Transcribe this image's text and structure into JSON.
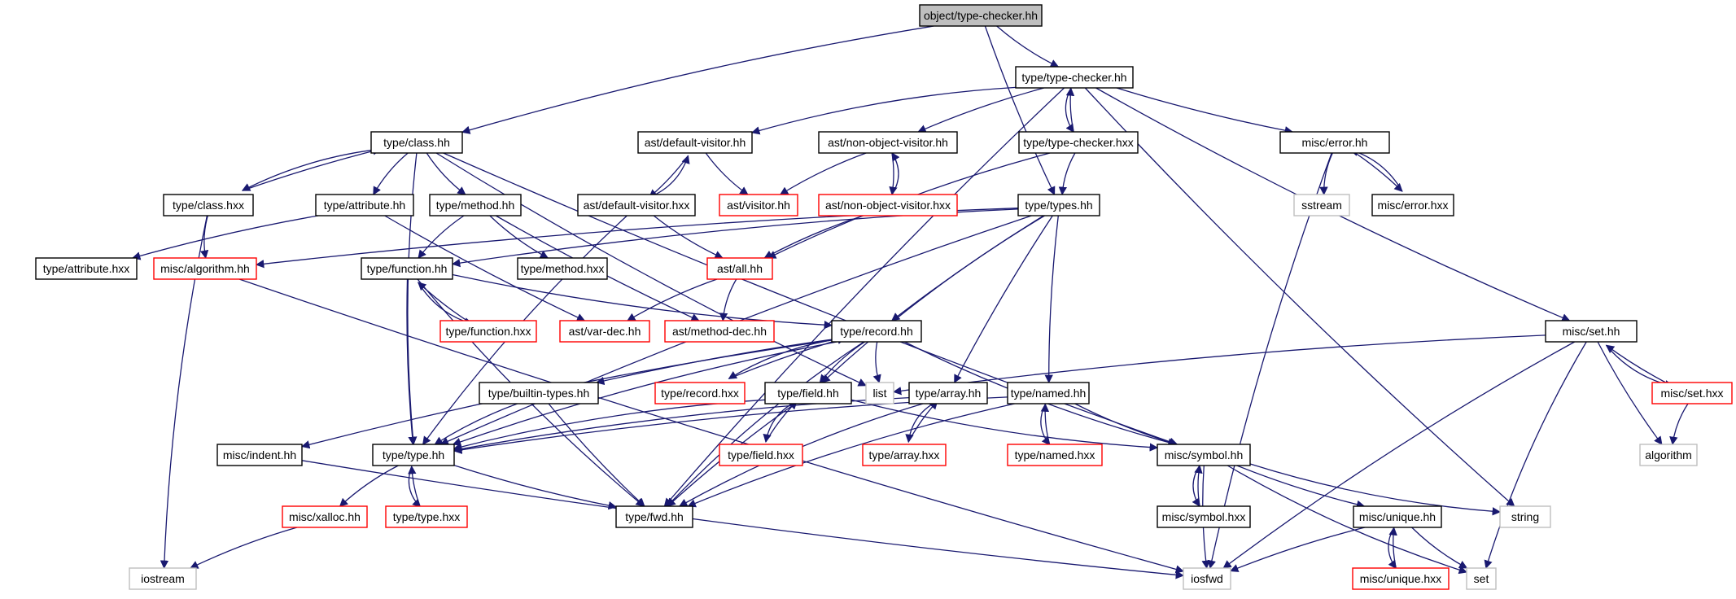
{
  "graph": {
    "nodes": [
      {
        "id": "n0",
        "label": "object/type-checker.hh",
        "style": "root"
      },
      {
        "id": "n1",
        "label": "type/type-checker.hh",
        "style": "normal"
      },
      {
        "id": "n2",
        "label": "type/class.hh",
        "style": "normal"
      },
      {
        "id": "n3",
        "label": "ast/default-visitor.hh",
        "style": "normal"
      },
      {
        "id": "n4",
        "label": "ast/non-object-visitor.hh",
        "style": "normal"
      },
      {
        "id": "n5",
        "label": "type/type-checker.hxx",
        "style": "normal"
      },
      {
        "id": "n6",
        "label": "misc/error.hh",
        "style": "normal"
      },
      {
        "id": "n7",
        "label": "type/class.hxx",
        "style": "normal"
      },
      {
        "id": "n8",
        "label": "type/attribute.hh",
        "style": "normal"
      },
      {
        "id": "n9",
        "label": "type/method.hh",
        "style": "normal"
      },
      {
        "id": "n10",
        "label": "ast/default-visitor.hxx",
        "style": "normal"
      },
      {
        "id": "n11",
        "label": "ast/visitor.hh",
        "style": "red"
      },
      {
        "id": "n12",
        "label": "ast/non-object-visitor.hxx",
        "style": "red"
      },
      {
        "id": "n13",
        "label": "type/types.hh",
        "style": "normal"
      },
      {
        "id": "n14",
        "label": "sstream",
        "style": "gray"
      },
      {
        "id": "n15",
        "label": "misc/error.hxx",
        "style": "normal"
      },
      {
        "id": "n16",
        "label": "type/attribute.hxx",
        "style": "normal"
      },
      {
        "id": "n17",
        "label": "misc/algorithm.hh",
        "style": "red"
      },
      {
        "id": "n18",
        "label": "type/function.hh",
        "style": "normal"
      },
      {
        "id": "n19",
        "label": "type/method.hxx",
        "style": "normal"
      },
      {
        "id": "n20",
        "label": "ast/all.hh",
        "style": "red"
      },
      {
        "id": "n21",
        "label": "type/function.hxx",
        "style": "red"
      },
      {
        "id": "n22",
        "label": "ast/var-dec.hh",
        "style": "red"
      },
      {
        "id": "n23",
        "label": "ast/method-dec.hh",
        "style": "red"
      },
      {
        "id": "n24",
        "label": "type/record.hh",
        "style": "normal"
      },
      {
        "id": "n25",
        "label": "misc/set.hh",
        "style": "normal"
      },
      {
        "id": "n26",
        "label": "type/builtin-types.hh",
        "style": "normal"
      },
      {
        "id": "n27",
        "label": "type/record.hxx",
        "style": "red"
      },
      {
        "id": "n28",
        "label": "type/field.hh",
        "style": "normal"
      },
      {
        "id": "n29",
        "label": "list",
        "style": "gray"
      },
      {
        "id": "n30",
        "label": "type/array.hh",
        "style": "normal"
      },
      {
        "id": "n31",
        "label": "type/named.hh",
        "style": "normal"
      },
      {
        "id": "n32",
        "label": "misc/set.hxx",
        "style": "red"
      },
      {
        "id": "n33",
        "label": "misc/indent.hh",
        "style": "normal"
      },
      {
        "id": "n34",
        "label": "type/type.hh",
        "style": "normal"
      },
      {
        "id": "n35",
        "label": "type/field.hxx",
        "style": "red"
      },
      {
        "id": "n36",
        "label": "type/array.hxx",
        "style": "red"
      },
      {
        "id": "n37",
        "label": "type/named.hxx",
        "style": "red"
      },
      {
        "id": "n38",
        "label": "misc/symbol.hh",
        "style": "normal"
      },
      {
        "id": "n39",
        "label": "algorithm",
        "style": "gray"
      },
      {
        "id": "n40",
        "label": "misc/xalloc.hh",
        "style": "red"
      },
      {
        "id": "n41",
        "label": "type/type.hxx",
        "style": "red"
      },
      {
        "id": "n42",
        "label": "type/fwd.hh",
        "style": "normal"
      },
      {
        "id": "n43",
        "label": "misc/symbol.hxx",
        "style": "normal"
      },
      {
        "id": "n44",
        "label": "misc/unique.hh",
        "style": "normal"
      },
      {
        "id": "n45",
        "label": "string",
        "style": "gray"
      },
      {
        "id": "n46",
        "label": "iostream",
        "style": "gray"
      },
      {
        "id": "n47",
        "label": "iosfwd",
        "style": "gray"
      },
      {
        "id": "n48",
        "label": "misc/unique.hxx",
        "style": "red"
      },
      {
        "id": "n49",
        "label": "set",
        "style": "gray"
      }
    ],
    "edges": [
      [
        "n0",
        "n1"
      ],
      [
        "n0",
        "n2"
      ],
      [
        "n0",
        "n13"
      ],
      [
        "n1",
        "n3"
      ],
      [
        "n1",
        "n4"
      ],
      [
        "n1",
        "n5"
      ],
      [
        "n1",
        "n6"
      ],
      [
        "n1",
        "n25"
      ],
      [
        "n1",
        "n42"
      ],
      [
        "n1",
        "n45"
      ],
      [
        "n5",
        "n1"
      ],
      [
        "n5",
        "n13"
      ],
      [
        "n5",
        "n20"
      ],
      [
        "n2",
        "n7"
      ],
      [
        "n2",
        "n8"
      ],
      [
        "n2",
        "n9"
      ],
      [
        "n2",
        "n34"
      ],
      [
        "n2",
        "n29"
      ],
      [
        "n2",
        "n38"
      ],
      [
        "n7",
        "n2"
      ],
      [
        "n7",
        "n17"
      ],
      [
        "n7",
        "n46"
      ],
      [
        "n8",
        "n16"
      ],
      [
        "n8",
        "n22"
      ],
      [
        "n9",
        "n18"
      ],
      [
        "n9",
        "n19"
      ],
      [
        "n9",
        "n23"
      ],
      [
        "n3",
        "n11"
      ],
      [
        "n3",
        "n10"
      ],
      [
        "n10",
        "n3"
      ],
      [
        "n10",
        "n20"
      ],
      [
        "n10",
        "n34"
      ],
      [
        "n4",
        "n11"
      ],
      [
        "n4",
        "n12"
      ],
      [
        "n12",
        "n4"
      ],
      [
        "n12",
        "n20"
      ],
      [
        "n6",
        "n14"
      ],
      [
        "n6",
        "n15"
      ],
      [
        "n6",
        "n47"
      ],
      [
        "n15",
        "n6"
      ],
      [
        "n13",
        "n18"
      ],
      [
        "n13",
        "n24"
      ],
      [
        "n13",
        "n28"
      ],
      [
        "n13",
        "n30"
      ],
      [
        "n13",
        "n31"
      ],
      [
        "n13",
        "n34"
      ],
      [
        "n13",
        "n17"
      ],
      [
        "n20",
        "n22"
      ],
      [
        "n20",
        "n23"
      ],
      [
        "n18",
        "n21"
      ],
      [
        "n21",
        "n18"
      ],
      [
        "n18",
        "n24"
      ],
      [
        "n18",
        "n34"
      ],
      [
        "n18",
        "n42"
      ],
      [
        "n17",
        "n47"
      ],
      [
        "n24",
        "n27"
      ],
      [
        "n27",
        "n24"
      ],
      [
        "n24",
        "n28"
      ],
      [
        "n24",
        "n29"
      ],
      [
        "n24",
        "n26"
      ],
      [
        "n24",
        "n33"
      ],
      [
        "n24",
        "n34"
      ],
      [
        "n24",
        "n38"
      ],
      [
        "n24",
        "n42"
      ],
      [
        "n25",
        "n29"
      ],
      [
        "n25",
        "n32"
      ],
      [
        "n32",
        "n25"
      ],
      [
        "n25",
        "n39"
      ],
      [
        "n25",
        "n47"
      ],
      [
        "n25",
        "n49"
      ],
      [
        "n32",
        "n39"
      ],
      [
        "n26",
        "n34"
      ],
      [
        "n26",
        "n42"
      ],
      [
        "n28",
        "n35"
      ],
      [
        "n35",
        "n28"
      ],
      [
        "n28",
        "n34"
      ],
      [
        "n28",
        "n38"
      ],
      [
        "n28",
        "n42"
      ],
      [
        "n30",
        "n36"
      ],
      [
        "n36",
        "n30"
      ],
      [
        "n30",
        "n34"
      ],
      [
        "n30",
        "n42"
      ],
      [
        "n31",
        "n37"
      ],
      [
        "n37",
        "n31"
      ],
      [
        "n31",
        "n34"
      ],
      [
        "n31",
        "n38"
      ],
      [
        "n31",
        "n42"
      ],
      [
        "n33",
        "n47"
      ],
      [
        "n34",
        "n40"
      ],
      [
        "n34",
        "n41"
      ],
      [
        "n41",
        "n34"
      ],
      [
        "n34",
        "n42"
      ],
      [
        "n40",
        "n46"
      ],
      [
        "n38",
        "n43"
      ],
      [
        "n43",
        "n38"
      ],
      [
        "n38",
        "n44"
      ],
      [
        "n38",
        "n47"
      ],
      [
        "n38",
        "n45"
      ],
      [
        "n38",
        "n49"
      ],
      [
        "n44",
        "n48"
      ],
      [
        "n48",
        "n44"
      ],
      [
        "n44",
        "n47"
      ],
      [
        "n44",
        "n49"
      ]
    ]
  },
  "colors": {
    "edge": "#191970",
    "root_fill": "#bfbfbf",
    "normal_border": "#000000",
    "red_border": "#ff0000",
    "gray_border": "#bfbfbf",
    "gray_text": "#000000"
  }
}
